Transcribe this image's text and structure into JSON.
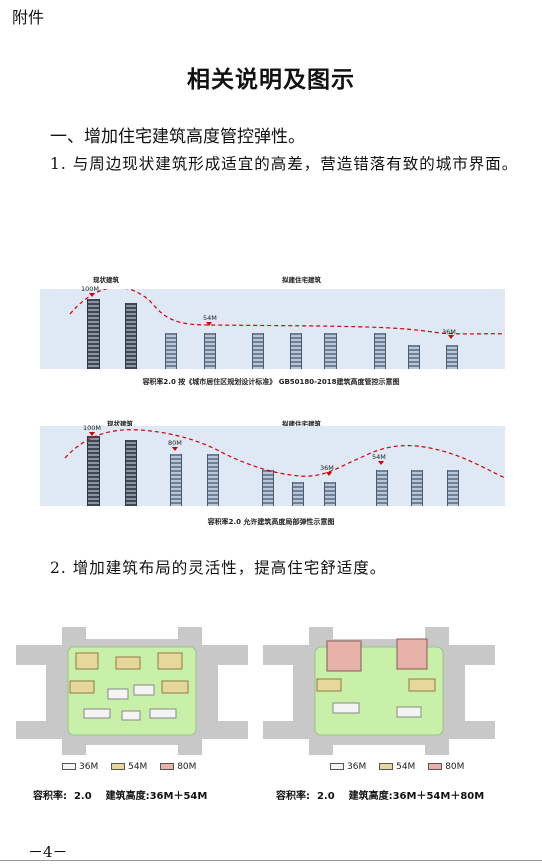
{
  "header": {
    "attachment": "附件"
  },
  "title": "相关说明及图示",
  "section1": {
    "heading": "一、增加住宅建筑高度管控弹性。"
  },
  "para1": "1. 与周边现状建筑形成适宜的高差，营造错落有致的城市界面。",
  "para2": "2. 增加建筑布局的灵活性，提高住宅舒适度。",
  "diagram1": {
    "label_existing": "现状建筑",
    "label_proposed": "拟建住宅建筑",
    "heights": [
      "100M",
      "54M",
      "36M"
    ],
    "caption": "容积率2.0  按《城市居住区规划设计标准》 GB50180-2018建筑高度管控示意图"
  },
  "diagram2": {
    "label_existing": "现状建筑",
    "label_proposed": "拟建住宅建筑",
    "heights": [
      "100M",
      "80M",
      "36M",
      "54M"
    ],
    "caption": "容积率2.0  允许建筑高度局部弹性示意图"
  },
  "legend": {
    "items": [
      "36M",
      "54M",
      "80M"
    ]
  },
  "map_captions": [
    "容积率:  2.0    建筑高度:36M＋54M",
    "容积率:  2.0    建筑高度:36M＋54M＋80M"
  ],
  "colors": {
    "curve": "#d40000",
    "sky": "#dfe9f5",
    "ground": "#c8f0a8",
    "tower80": "#e6b2aa",
    "tower54": "#e7d79c"
  },
  "footer": {
    "page": "－4－"
  }
}
